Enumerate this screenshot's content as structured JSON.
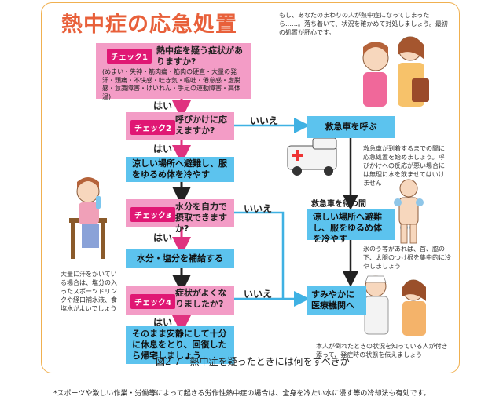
{
  "title": "熱中症の応急処置",
  "intro": "もし、あなたのまわりの人が熱中症になってしまったら……。落ち着いて、状況を確かめて対処しましょう。最初の処置が肝心です。",
  "checks": [
    {
      "tag": "チェック1",
      "question": "熱中症を疑う症状がありますか?",
      "symptoms": "(めまい・失神・筋肉痛・筋肉の硬直・大量の発汗・頭痛・不快感・吐き気・嘔吐・倦怠感・虚脱感・意識障害・けいれん・手足の運動障害・高体温)"
    },
    {
      "tag": "チェック2",
      "question": "呼びかけに応えますか?"
    },
    {
      "tag": "チェック3",
      "question": "水分を自力で摂取できますか?"
    },
    {
      "tag": "チェック4",
      "question": "症状がよくなりましたか?"
    }
  ],
  "answers": {
    "yes": "はい",
    "no": "いいえ"
  },
  "actions": {
    "cool": "涼しい場所へ避難し、服をゆるめ体を冷やす",
    "hydrate": "水分・塩分を補給する",
    "rest": "そのまま安静にして十分に休息をとり、回復したら帰宅しましょう",
    "ambulance": "救急車を呼ぶ",
    "cool_right": "涼しい場所へ避難し、服をゆるめ体を冷やす",
    "hospital": "すみやかに医療機関へ"
  },
  "labels": {
    "waiting": "救急車を待つ間"
  },
  "notes": {
    "ambulance": "救急車が到着するまでの間に応急処置を始めましょう。呼びかけへの反応が悪い場合には無理に水を飲ませてはいけません",
    "ice": "氷のう等があれば、首、脇の下、太腿のつけ根を集中的に冷やしましょう",
    "sweat": "大量に汗をかいている場合は、塩分の入ったスポーツドリンクや経口補水液、食塩水がよいでしょう",
    "hospital": "本人が倒れたときの状況を知っている人が付き添って、発症時の状態を伝えましょう"
  },
  "caption": "図2-7　熱中症を疑ったときには何をすべきか",
  "footnote": "*スポーツや激しい作業・労働等によって起きる労作性熱中症の場合は、全身を冷たい水に浸す等の冷却法も有効です。",
  "colors": {
    "check_tag": "#e01774",
    "question_box": "#f39cc6",
    "action_box": "#5cc3ee",
    "yes_arrow": "#e0327f",
    "no_arrow": "#3fb1e3",
    "title": "#e8603a"
  }
}
